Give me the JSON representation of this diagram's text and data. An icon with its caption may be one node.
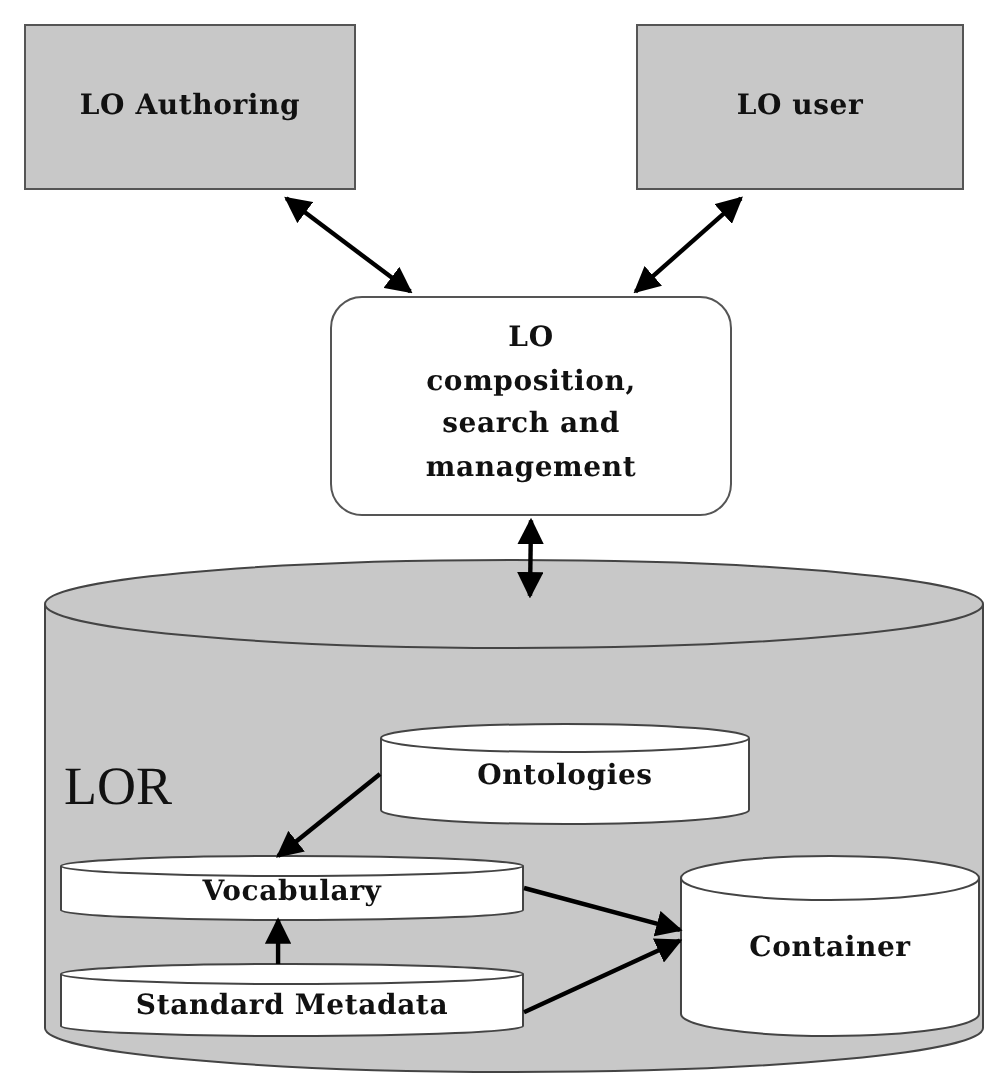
{
  "diagram": {
    "nodes": [
      {
        "text": [
          "LO Authoring"
        ]
      },
      {
        "text": [
          "LO user"
        ]
      },
      {
        "text": [
          "LO composition, search and management"
        ]
      },
      {
        "text": [
          "LOR"
        ]
      },
      {
        "text": [
          "Ontologies"
        ],
        "in": 3
      },
      {
        "text": [
          "Vocabulary"
        ],
        "in": 3
      },
      {
        "text": [
          "Standard Metadata"
        ],
        "in": 3
      },
      {
        "text": [
          "Container"
        ],
        "in": 3
      }
    ],
    "edges": [
      {
        "from": 0,
        "to": 2,
        "arrow": "both"
      },
      {
        "from": 1,
        "to": 2,
        "arrow": "both"
      },
      {
        "from": 2,
        "to": 3,
        "arrow": "both"
      },
      {
        "from": 4,
        "to": 5,
        "arrow": "to"
      },
      {
        "from": 6,
        "to": 5,
        "arrow": "to"
      },
      {
        "from": 5,
        "to": 7,
        "arrow": "to"
      },
      {
        "from": 6,
        "to": 7,
        "arrow": "to"
      }
    ]
  }
}
